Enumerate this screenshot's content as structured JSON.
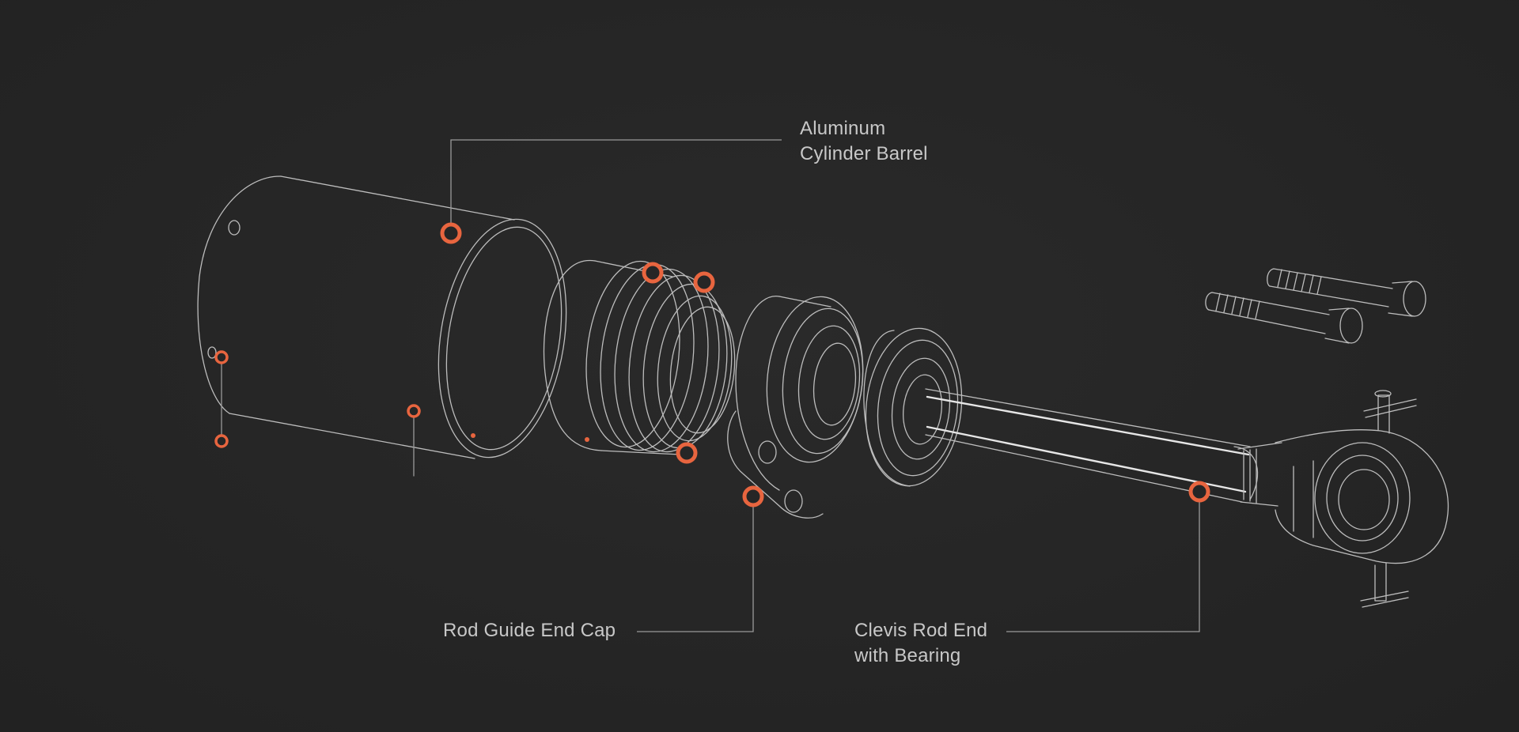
{
  "callouts": {
    "barrel": {
      "line1": "Aluminum",
      "line2": "Cylinder Barrel"
    },
    "end_cap": {
      "line1": "Rod Guide End Cap"
    },
    "clevis": {
      "line1": "Clevis Rod End",
      "line2": "with Bearing"
    }
  },
  "colors": {
    "background": "#262626",
    "linework": "#bdbdbd",
    "leader": "#9a9a9a",
    "marker": "#e8653f",
    "label": "#c8c8c8"
  }
}
